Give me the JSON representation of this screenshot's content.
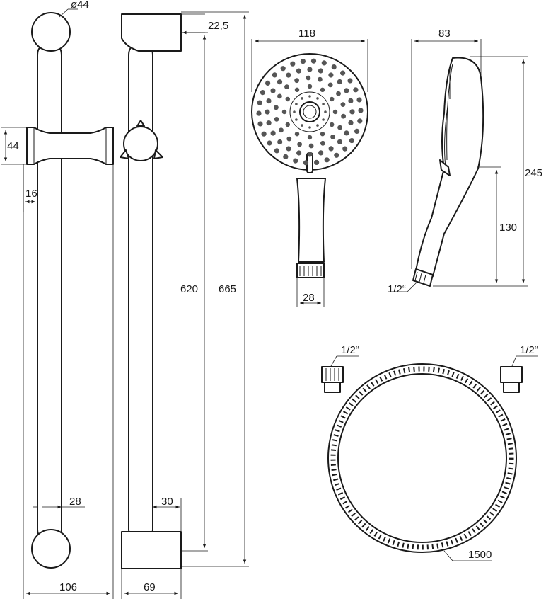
{
  "dimensions": {
    "knob_diameter": "ø44",
    "top_offset": "22,5",
    "head_width": "118",
    "head_depth": "83",
    "slider_height": "44",
    "bar_offset": "16",
    "bar_length_inner": "620",
    "bar_length_total": "665",
    "handle_total": "245",
    "handle_lower": "130",
    "thread_size_head": "1/2“",
    "hose_fitting_left": "1/2“",
    "hose_fitting_right": "1/2“",
    "nozzle_width": "28",
    "bar_diameter": "28",
    "wall_clearance": "30",
    "hose_length": "1500",
    "front_width": "106",
    "side_width": "69"
  },
  "colors": {
    "line": "#1a1a1a",
    "background": "#ffffff"
  }
}
